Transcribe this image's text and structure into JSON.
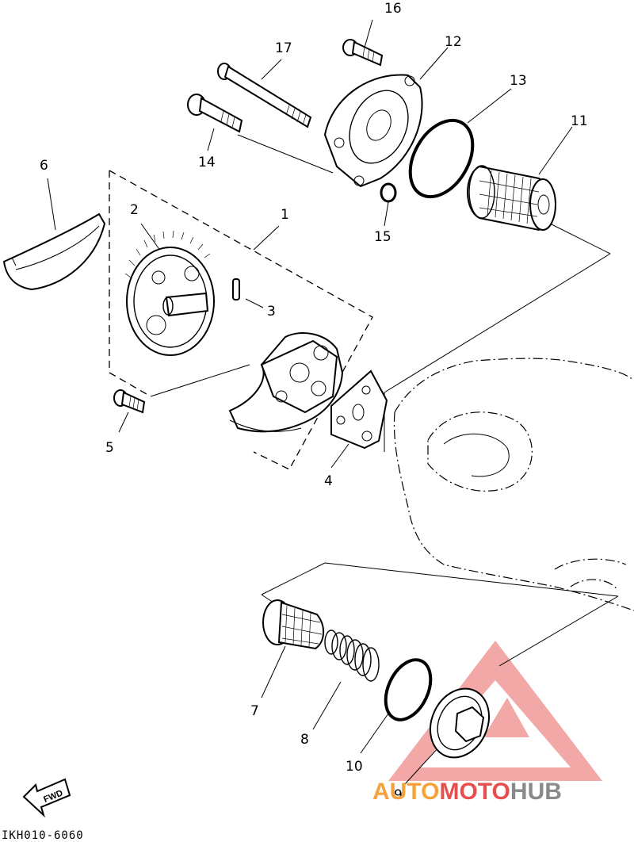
{
  "diagram": {
    "diagram_code": "IKH010-6060",
    "fwd_label": "FWD",
    "watermark": {
      "part1": "AUTO",
      "part2": "MOTO",
      "part3": "HUB",
      "color_orange": "#f6a23a",
      "color_red": "#e84e4e",
      "color_gray": "#8a8a8a"
    },
    "callouts": [
      {
        "id": "c1",
        "label": "1"
      },
      {
        "id": "c2",
        "label": "2"
      },
      {
        "id": "c3",
        "label": "3"
      },
      {
        "id": "c4",
        "label": "4"
      },
      {
        "id": "c5",
        "label": "5"
      },
      {
        "id": "c6",
        "label": "6"
      },
      {
        "id": "c7",
        "label": "7"
      },
      {
        "id": "c8",
        "label": "8"
      },
      {
        "id": "c9",
        "label": "9"
      },
      {
        "id": "c10",
        "label": "10"
      },
      {
        "id": "c11",
        "label": "11"
      },
      {
        "id": "c12",
        "label": "12"
      },
      {
        "id": "c13",
        "label": "13"
      },
      {
        "id": "c14",
        "label": "14"
      },
      {
        "id": "c15",
        "label": "15"
      },
      {
        "id": "c16",
        "label": "16"
      },
      {
        "id": "c17",
        "label": "17"
      }
    ]
  }
}
